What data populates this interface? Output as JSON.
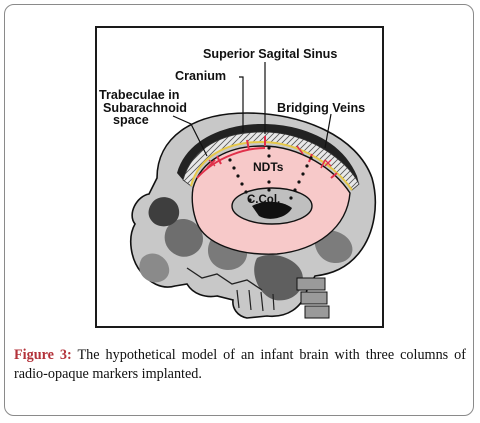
{
  "figure": {
    "labels": {
      "superior_sagittal_sinus": "Superior Sagital Sinus",
      "cranium": "Cranium",
      "trabeculae_line1": "Trabeculae in",
      "trabeculae_line2": "Subarachnoid",
      "trabeculae_line3": "space",
      "bridging_veins": "Bridging Veins",
      "ndts": "NDTs",
      "corpus_callosum": "C.Col."
    },
    "colors": {
      "brain_fill": "#f7c9c9",
      "vein_red": "#e0304a",
      "bone_gray": "#c8c8c8",
      "outline": "#111111"
    }
  },
  "caption": {
    "label": "Figure 3:",
    "text": "The hypothetical model of an infant brain with three columns of radio-opaque markers implanted."
  }
}
